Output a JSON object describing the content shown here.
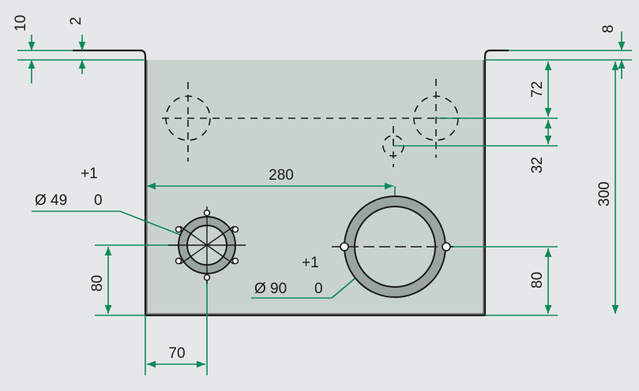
{
  "colors": {
    "background": "#e6e7e8",
    "panel": "#c9d3cd",
    "outline": "#1a1a1a",
    "dimension": "#0e8a5a",
    "ring": "#9aa5a0"
  },
  "labels": {
    "dim_top_10": "10",
    "dim_top_2": "2",
    "dim_top_8": "8",
    "dim_right_72": "72",
    "dim_right_32": "32",
    "dim_right_300": "300",
    "dim_280": "280",
    "small_hole_tol": "+1",
    "small_hole_dia": "Ø 49",
    "small_hole_tol_low": "0",
    "large_hole_tol": "+1",
    "large_hole_dia": "Ø 90",
    "large_hole_tol_low": "0",
    "dim_left_80": "80",
    "dim_right_80": "80",
    "dim_bottom_70": "70"
  }
}
